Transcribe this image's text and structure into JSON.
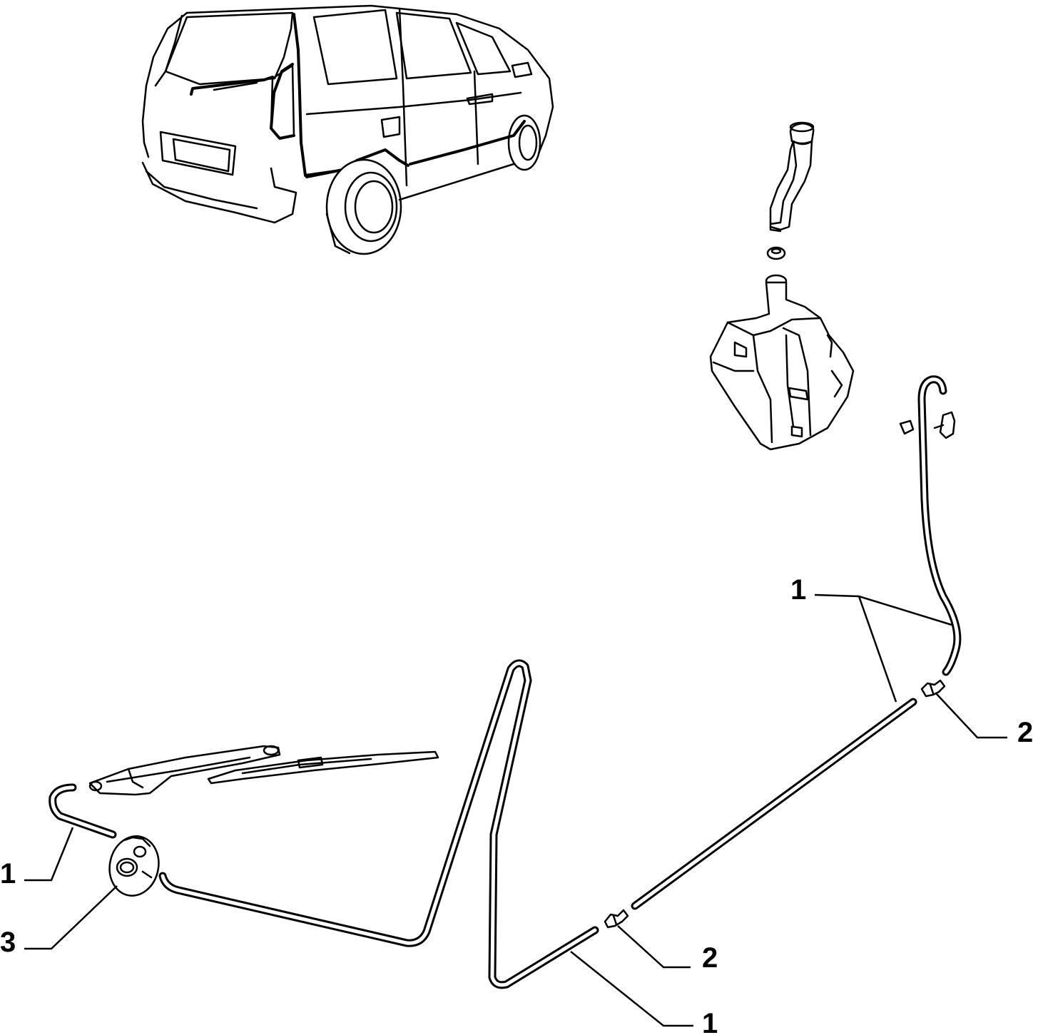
{
  "diagram": {
    "components": [
      {
        "id": "vehicle",
        "icon": "minivan-rear-view-icon"
      },
      {
        "id": "filler-neck",
        "icon": "filler-neck-icon"
      },
      {
        "id": "filler-seal",
        "icon": "seal-ring-icon"
      },
      {
        "id": "washer-reservoir",
        "icon": "reservoir-tank-icon"
      },
      {
        "id": "nozzle-bracket",
        "icon": "nozzle-bracket-icon"
      },
      {
        "id": "wiper-arm",
        "icon": "wiper-arm-icon"
      },
      {
        "id": "wiper-blade",
        "icon": "wiper-blade-icon"
      }
    ],
    "callouts": [
      {
        "label": "1",
        "part": "hose"
      },
      {
        "label": "2",
        "part": "connector"
      },
      {
        "label": "1",
        "part": "hose"
      },
      {
        "label": "3",
        "part": "grommet"
      },
      {
        "label": "2",
        "part": "connector"
      },
      {
        "label": "1",
        "part": "hose"
      }
    ]
  }
}
